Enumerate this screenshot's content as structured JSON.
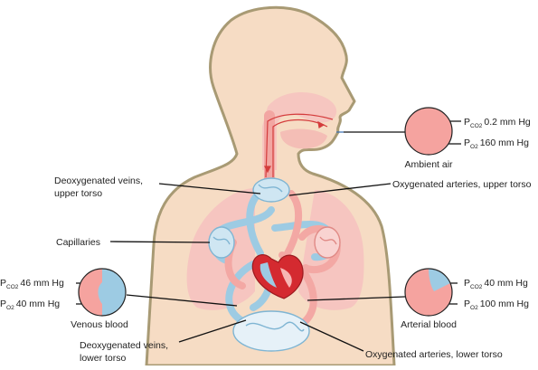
{
  "labels": {
    "deox_veins_upper_1": "Deoxygenated veins,",
    "deox_veins_upper_2": "upper torso",
    "oxy_arteries_upper": "Oxygenated arteries, upper torso",
    "capillaries": "Capillaries",
    "deox_veins_lower_1": "Deoxygenated veins,",
    "deox_veins_lower_2": "lower torso",
    "oxy_arteries_lower": "Oxygenated arteries, lower torso"
  },
  "ambient_air": {
    "caption": "Ambient air",
    "pco2_prefix": "P",
    "pco2_sub": "CO2",
    "pco2_value": "0.2 mm Hg",
    "po2_prefix": "P",
    "po2_sub": "O2",
    "po2_value": "160 mm Hg"
  },
  "venous_blood": {
    "caption": "Venous blood",
    "pco2_prefix": "P",
    "pco2_sub": "CO2",
    "pco2_value": "46 mm Hg",
    "po2_prefix": "P",
    "po2_sub": "O2",
    "po2_value": "40 mm Hg"
  },
  "arterial_blood": {
    "caption": "Arterial blood",
    "pco2_prefix": "P",
    "pco2_sub": "CO2",
    "pco2_value": "40 mm Hg",
    "po2_prefix": "P",
    "po2_sub": "O2",
    "po2_value": "100 mm Hg"
  },
  "colors": {
    "body_fill": "#f6dcc4",
    "body_outline": "#a89a74",
    "lung_fill": "#f6c2c0",
    "oxygenated": "#f3a8a4",
    "deoxygenated": "#9dcbe3",
    "heart_wall": "#d42a30",
    "circle_fill": "#f5a39f",
    "flow_arrow": "#d43c3c"
  }
}
